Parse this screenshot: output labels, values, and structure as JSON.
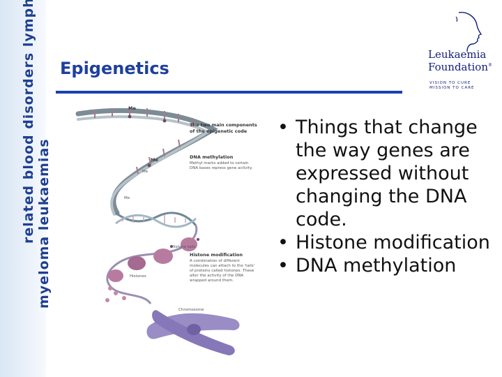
{
  "sidebar": {
    "line1": "myeloma   leukaemias",
    "line2": "related blood disorders   lymphomas"
  },
  "slide": {
    "title": "Epigenetics"
  },
  "logo": {
    "name_line1": "Leukaemia",
    "name_line2": "Foundation",
    "reg_mark": "®",
    "tagline_line1": "VISION TO CURE",
    "tagline_line2": "MISSION TO CARE"
  },
  "diagram": {
    "heading_line1": "The two main components",
    "heading_line2": "of the epigenetic code",
    "me_label": "Me",
    "dna_methylation_title": "DNA methylation",
    "dna_methylation_line1": "Methyl marks added to certain",
    "dna_methylation_line2": "DNA bases repress gene activity.",
    "histone_tails": "Histone tails",
    "histones": "Histones",
    "histone_mod_title": "Histone modification",
    "histone_mod_line1": "A combination of different",
    "histone_mod_line2": "molecules can attach to the 'tails'",
    "histone_mod_line3": "of proteins called histones. These",
    "histone_mod_line4": "alter the activity of the DNA",
    "histone_mod_line5": "wrapped around them.",
    "chromosome": "Chromosome"
  },
  "bullets": [
    "Things that change the way genes are expressed without changing the DNA code.",
    "Histone modification",
    "DNA methylation"
  ],
  "colors": {
    "title": "#1f3f9f",
    "rule": "#1b3fae",
    "sidebar_text": "#1f3f8f"
  }
}
